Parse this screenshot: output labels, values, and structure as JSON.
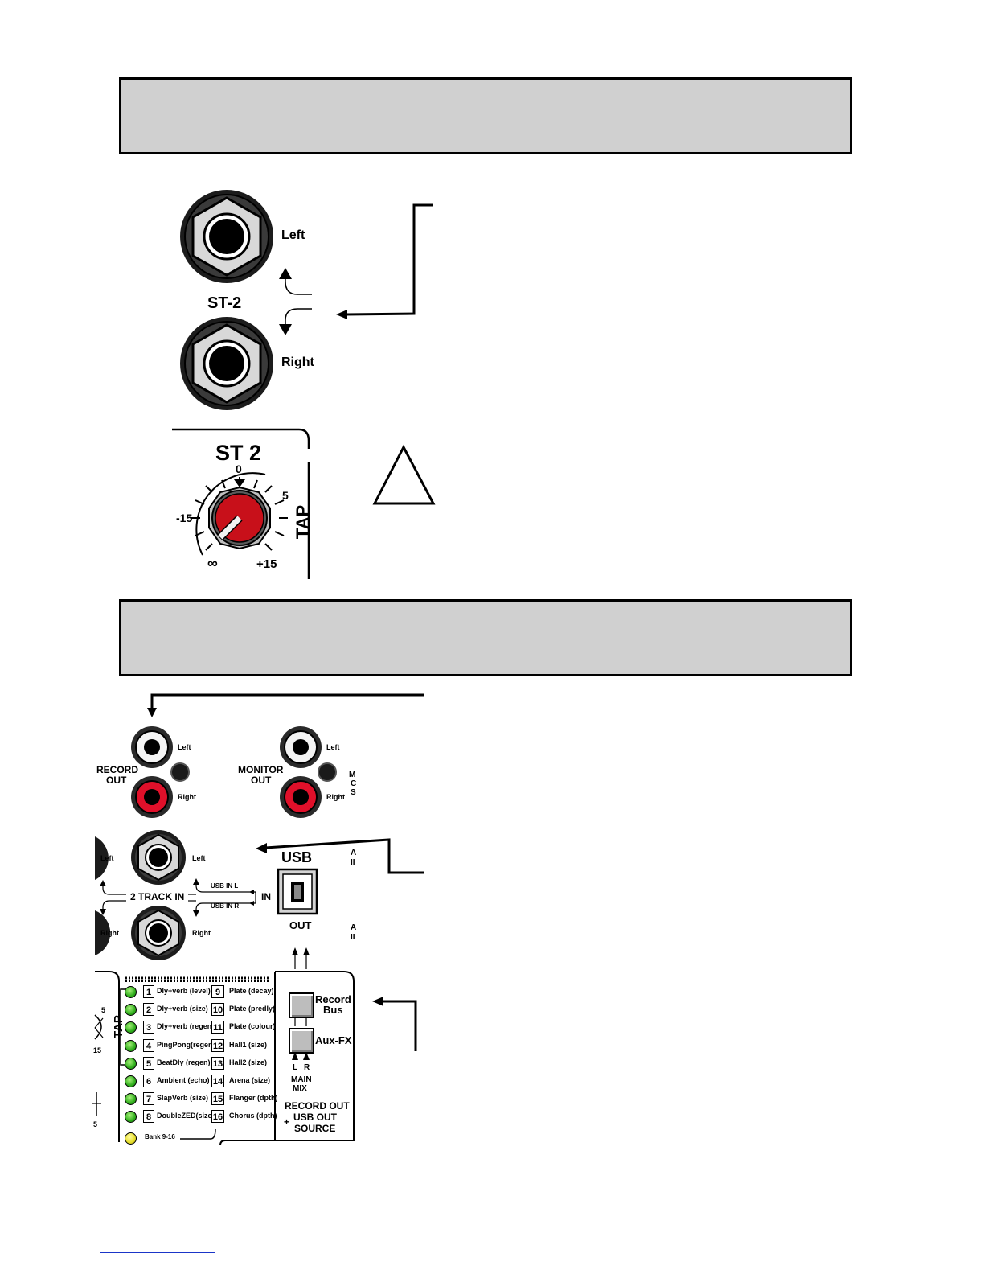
{
  "st2_jacks": {
    "left_label": "Left",
    "right_label": "Right",
    "title": "ST-2"
  },
  "st2_knob": {
    "title": "ST 2",
    "scale_zero": "0",
    "scale_5": "5",
    "scale_minus15": "-15",
    "scale_inf": "∞",
    "scale_plus15": "+15",
    "side_label": "TAP"
  },
  "record_out": {
    "label_line1": "RECORD",
    "label_line2": "OUT",
    "left": "Left",
    "right": "Right"
  },
  "monitor_out": {
    "label_line1": "MONITOR",
    "label_line2": "OUT",
    "left": "Left",
    "right": "Right"
  },
  "track_in": {
    "label": "2 TRACK IN",
    "left": "Left",
    "right": "Right",
    "outer_left": "Left",
    "outer_right": "Right",
    "usb_in_l": "USB IN L",
    "usb_in_r": "USB IN R"
  },
  "usb": {
    "title": "USB",
    "in_label": "IN",
    "out_label": "OUT"
  },
  "fx_panel": {
    "tap_label": "TAP",
    "presets": [
      {
        "num": "1",
        "name": "Dly+verb (level)",
        "num2": "9",
        "name2": "Plate (decay)"
      },
      {
        "num": "2",
        "name": "Dly+verb (size)",
        "num2": "10",
        "name2": "Plate (predly)"
      },
      {
        "num": "3",
        "name": "Dly+verb (regen)",
        "num2": "11",
        "name2": "Plate (colour)"
      },
      {
        "num": "4",
        "name": "PingPong(regen)",
        "num2": "12",
        "name2": "Hall1 (size)"
      },
      {
        "num": "5",
        "name": "BeatDly (regen)",
        "num2": "13",
        "name2": "Hall2 (size)"
      },
      {
        "num": "6",
        "name": "Ambient (echo)",
        "num2": "14",
        "name2": "Arena (size)"
      },
      {
        "num": "7",
        "name": "SlapVerb (size)",
        "num2": "15",
        "name2": "Flanger (dpth)"
      },
      {
        "num": "8",
        "name": "DoubleZED(size)",
        "num2": "16",
        "name2": "Chorus (dpth)"
      }
    ],
    "bank_label": "Bank 9-16",
    "side_5a": "5",
    "side_15": "15",
    "side_5b": "5"
  },
  "record_source": {
    "record_bus_line1": "Record",
    "record_bus_line2": "Bus",
    "aux_fx": "Aux-FX",
    "l": "L",
    "r": "R",
    "main_line1": "MAIN",
    "main_line2": "MIX",
    "footer_line1": "RECORD OUT",
    "footer_plus": "+",
    "footer_line2": "USB OUT",
    "footer_line3": "SOURCE"
  },
  "edge_fragments": {
    "m1": "M",
    "m2": "C",
    "m3": "S",
    "a1": "A",
    "i1": "II",
    "a2": "A",
    "i2": "II"
  }
}
